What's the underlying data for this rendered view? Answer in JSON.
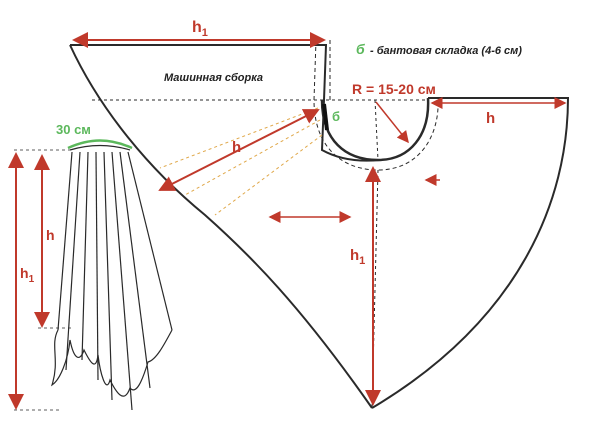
{
  "labels": {
    "h1_top": "h",
    "h1_top_sub": "1",
    "fold_letter": "б",
    "fold_desc": "- бантовая складка (4-6 см)",
    "gather": "Машинная сборка",
    "radius": "R = 15-20 см",
    "h_right": "h",
    "fold_mark": "б",
    "h_diag": "h",
    "h1_center": "h",
    "h1_center_sub": "1",
    "waist_width": "30 см",
    "h_side": "h",
    "h1_side": "h",
    "h1_side_sub": "1"
  },
  "colors": {
    "outline": "#2a2a2a",
    "dimension": "#c0392b",
    "accent": "#5cb85c",
    "guide": "#e0a84a"
  }
}
